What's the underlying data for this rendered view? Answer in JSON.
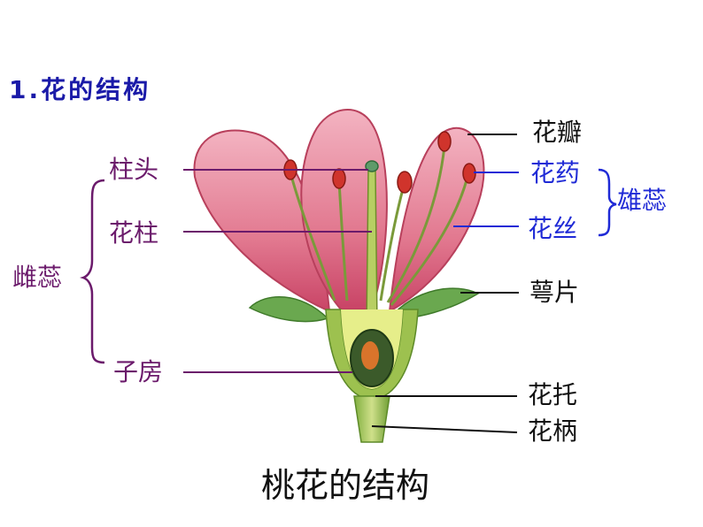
{
  "heading": "1.花的结构",
  "caption": "桃花的结构",
  "labels": {
    "stigma": "柱头",
    "style": "花柱",
    "pistil": "雌蕊",
    "ovary": "子房",
    "petal": "花瓣",
    "anther": "花药",
    "filament": "花丝",
    "stamen": "雄蕊",
    "sepal": "萼片",
    "receptacle": "花托",
    "pedicel": "花柄"
  },
  "colors": {
    "heading": "#1a1aa8",
    "pistil_labels": "#6b1a6b",
    "stamen_labels": "#1f2ad6",
    "other_labels": "#111111",
    "petal": "#e0607a",
    "sepal": "#6aa84f",
    "anther": "#d0342c"
  }
}
